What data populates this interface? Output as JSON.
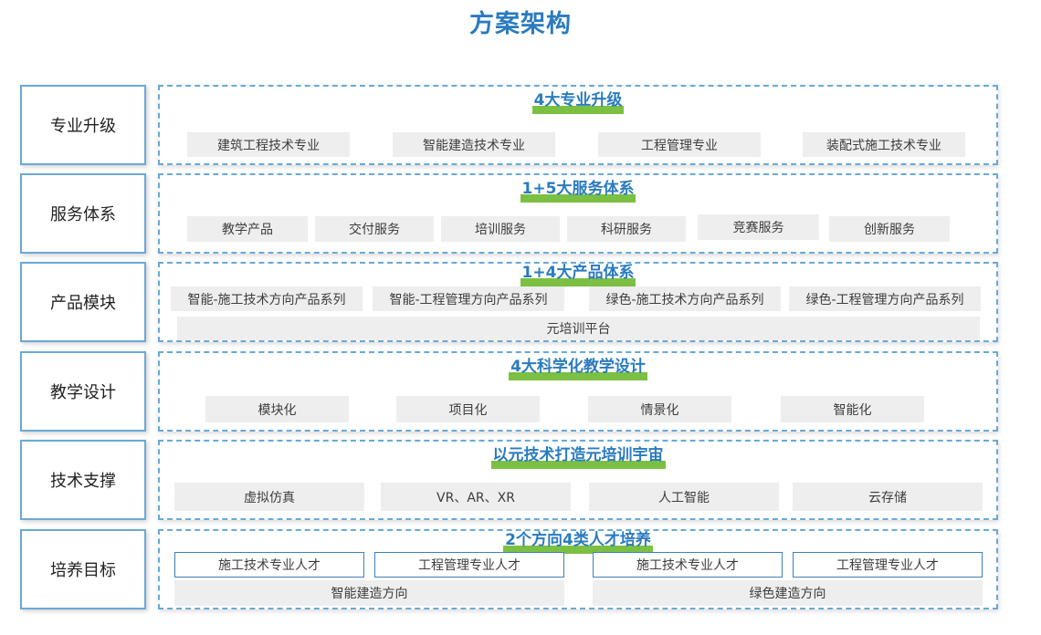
{
  "title": "方案架构",
  "rows": [
    {
      "label": "专业升级",
      "heading": "4大专业升级",
      "items": [
        "建筑工程技术专业",
        "智能建造技术专业",
        "工程管理专业",
        "装配式施工技术专业"
      ]
    },
    {
      "label": "服务体系",
      "heading": "1+5大服务体系",
      "items": [
        "教学产品",
        "交付服务",
        "培训服务",
        "科研服务",
        "竞赛服务",
        "创新服务"
      ]
    },
    {
      "label": "产品模块",
      "heading": "1+4大产品体系",
      "items": [
        "智能-施工技术方向产品系列",
        "智能-工程管理方向产品系列",
        "绿色-施工技术方向产品系列",
        "绿色-工程管理方向产品系列"
      ],
      "platform": "元培训平台"
    },
    {
      "label": "教学设计",
      "heading": "4大科学化教学设计",
      "items": [
        "模块化",
        "项目化",
        "情景化",
        "智能化"
      ]
    },
    {
      "label": "技术支撑",
      "heading": "以元技术打造元培训宇宙",
      "items": [
        "虚拟仿真",
        "VR、AR、XR",
        "人工智能",
        "云存储"
      ]
    },
    {
      "label": "培养目标",
      "heading": "2个方向4类人才培养",
      "items": [
        "施工技术专业人才",
        "工程管理专业人才",
        "施工技术专业人才",
        "工程管理专业人才"
      ],
      "directions": [
        "智能建造方向",
        "绿色建造方向"
      ]
    }
  ]
}
